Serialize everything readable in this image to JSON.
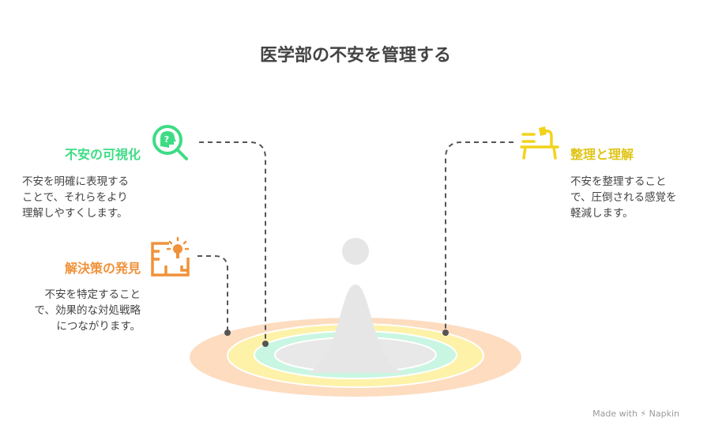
{
  "title": "医学部の不安を管理する",
  "items": [
    {
      "heading": "不安の可視化",
      "description": "不安を明確に表現する\nことで、それらをより\n理解しやすくします。",
      "icon": "head-question-magnifier-icon",
      "color": "#3ddc84"
    },
    {
      "heading": "解決策の発見",
      "description": "不安を特定すること\nで、効果的な対処戦略\nにつながります。",
      "icon": "maze-lightbulb-icon",
      "color": "#f0923a"
    },
    {
      "heading": "整理と理解",
      "description": "不安を整理すること\nで、圧倒される感覚を\n軽減します。",
      "icon": "desk-lamp-icon",
      "color": "#f2d31b"
    }
  ],
  "credit": "Made with ⚡ Napkin"
}
